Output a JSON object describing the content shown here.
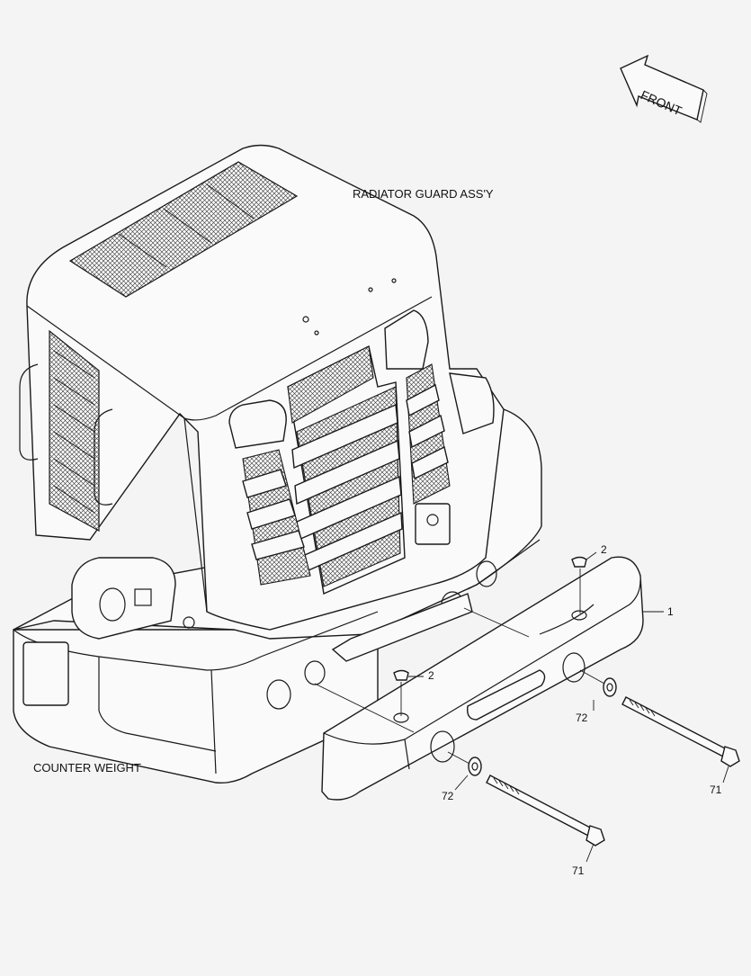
{
  "labels": {
    "front": "FRONT",
    "radiator_guard": "RADIATOR GUARD ASS'Y",
    "counter_weight": "COUNTER WEIGHT"
  },
  "callouts": {
    "plug_upper": "2",
    "plug_lower": "2",
    "bumper": "1",
    "washer_right": "72",
    "washer_left": "72",
    "bolt_right": "71",
    "bolt_left": "71"
  }
}
